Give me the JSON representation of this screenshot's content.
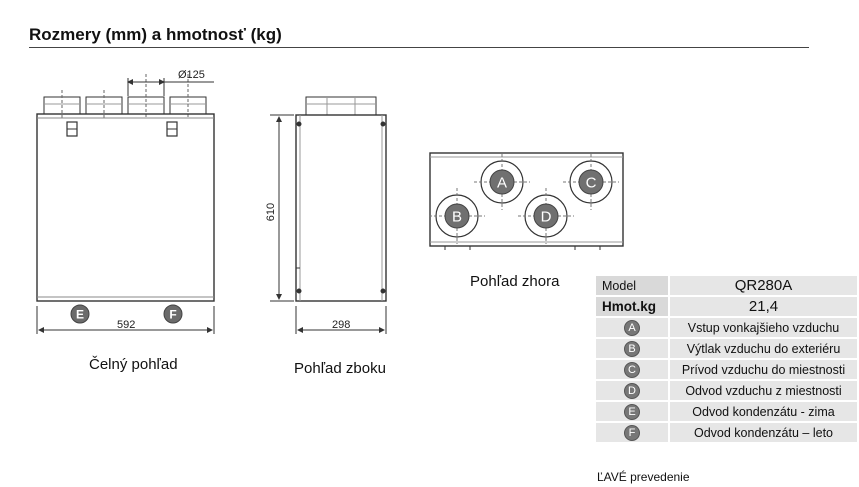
{
  "title": "Rozmery (mm) a hmotnosť  (kg)",
  "views": {
    "front": {
      "caption": "Čelný pohľad",
      "width_dim": "592",
      "duct_dim": "Ø125",
      "markers": [
        "E",
        "F"
      ]
    },
    "side": {
      "caption": "Pohľad zboku",
      "height_dim": "610",
      "depth_dim": "298"
    },
    "top": {
      "caption": "Pohľad zhora",
      "markers": [
        "A",
        "B",
        "C",
        "D"
      ]
    }
  },
  "spec": {
    "model_label": "Model",
    "model_value": "QR280A",
    "weight_label": "Hmot.kg",
    "weight_value": "21,4",
    "rows": [
      {
        "letter": "A",
        "text": "Vstup vonkajšieho vzduchu"
      },
      {
        "letter": "B",
        "text": "Výtlak vzduchu do exteriéru"
      },
      {
        "letter": "C",
        "text": "Prívod vzduchu do miestnosti"
      },
      {
        "letter": "D",
        "text": "Odvod vzduchu z miestnosti"
      },
      {
        "letter": "E",
        "text": "Odvod kondenzátu - zima"
      },
      {
        "letter": "F",
        "text": "Odvod kondenzátu – leto"
      }
    ]
  },
  "footnote": "ĽAVÉ prevedenie"
}
